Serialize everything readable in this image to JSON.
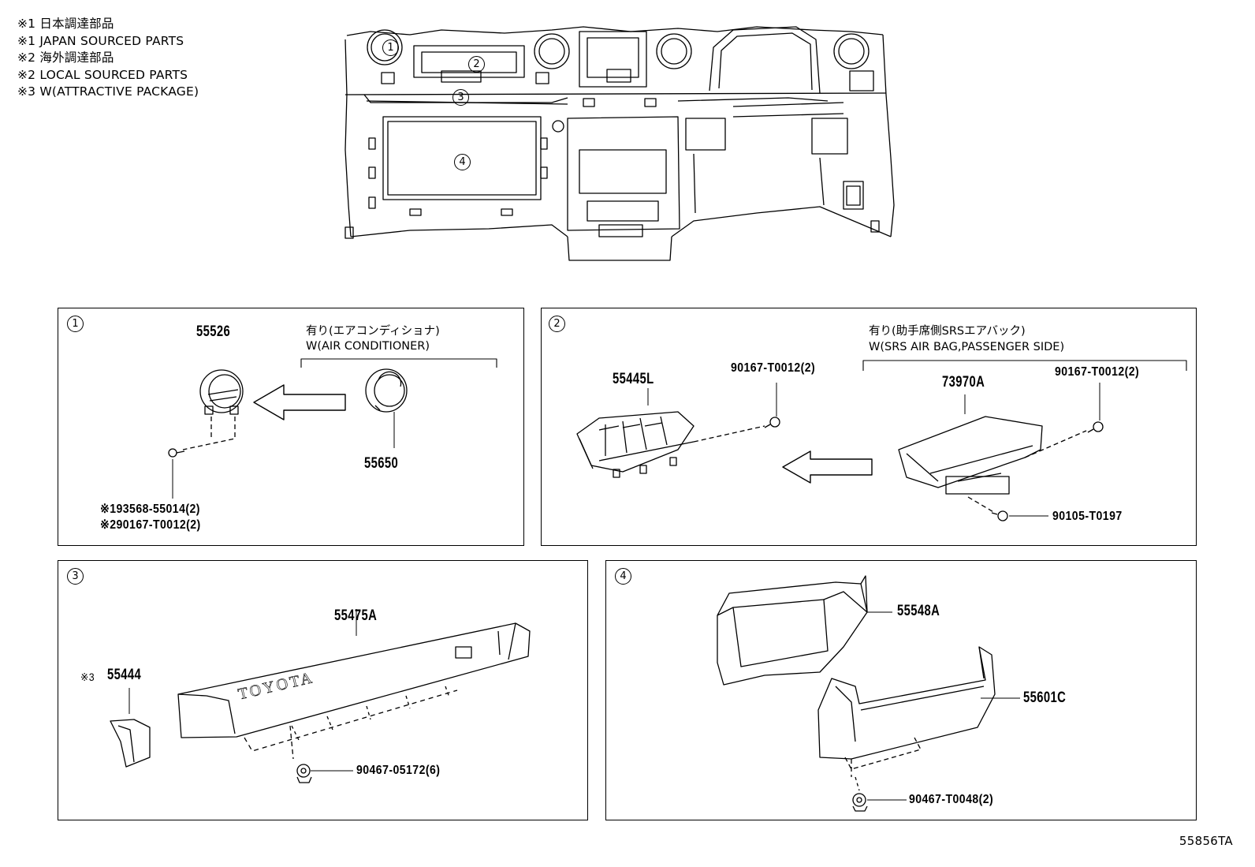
{
  "notes": [
    "※1 日本調達部品",
    "※1 JAPAN SOURCED PARTS",
    "※2 海外調達部品",
    "※2 LOCAL SOURCED PARTS",
    "※3 W(ATTRACTIVE PACKAGE)"
  ],
  "overview_callouts": [
    "1",
    "2",
    "3",
    "4"
  ],
  "panels": {
    "p1": {
      "number": "1",
      "cond_jp": "有り(エアコンディショナ)",
      "cond_en": "W(AIR CONDITIONER)",
      "parts": {
        "a": "55526",
        "b": "55650",
        "c": "※193568-55014(2)",
        "d": "※290167-T0012(2)"
      }
    },
    "p2": {
      "number": "2",
      "cond_jp": "有り(助手席側SRSエアバック)",
      "cond_en": "W(SRS AIR BAG,PASSENGER SIDE)",
      "parts": {
        "a": "55445L",
        "b": "90167-T0012(2)",
        "c": "73970A",
        "d": "90167-T0012(2)",
        "e": "90105-T0197"
      }
    },
    "p3": {
      "number": "3",
      "parts": {
        "a": "55475A",
        "b_prefix": "※3",
        "b": "55444",
        "c": "90467-05172(6)"
      },
      "emblem_text": "TOYOTA"
    },
    "p4": {
      "number": "4",
      "parts": {
        "a": "55548A",
        "b": "55601C",
        "c": "90467-T0048(2)"
      }
    }
  },
  "figure_code": "55856TA"
}
